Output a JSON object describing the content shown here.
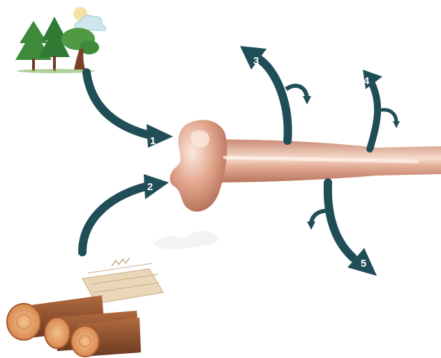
{
  "diagram": {
    "arrows": [
      {
        "id": "arrow-1",
        "label": "1",
        "direction": "into-tube",
        "color": "#1f4e57"
      },
      {
        "id": "arrow-2",
        "label": "2",
        "direction": "into-tube",
        "color": "#1f4e57"
      },
      {
        "id": "arrow-3",
        "label": "3",
        "direction": "out-of-tube",
        "color": "#1f4e57"
      },
      {
        "id": "arrow-4",
        "label": "4",
        "direction": "out-of-tube",
        "color": "#1f4e57"
      },
      {
        "id": "arrow-5",
        "label": "5",
        "direction": "out-of-tube",
        "color": "#1f4e57"
      }
    ],
    "icons": [
      "tree-cloud-icon",
      "logs-icon",
      "smoke-icon"
    ],
    "colors": {
      "arrow": "#1f4e57",
      "tube": "#d49a84",
      "tube_highlight": "#fbe9df",
      "log_bark": "#8a4a2a",
      "log_cut": "#e8a36d",
      "wood_chips": "#ead6b8",
      "tree_green": "#3e8a3a",
      "sun": "#f3e3a0",
      "cloud": "#cfe6ef"
    }
  }
}
